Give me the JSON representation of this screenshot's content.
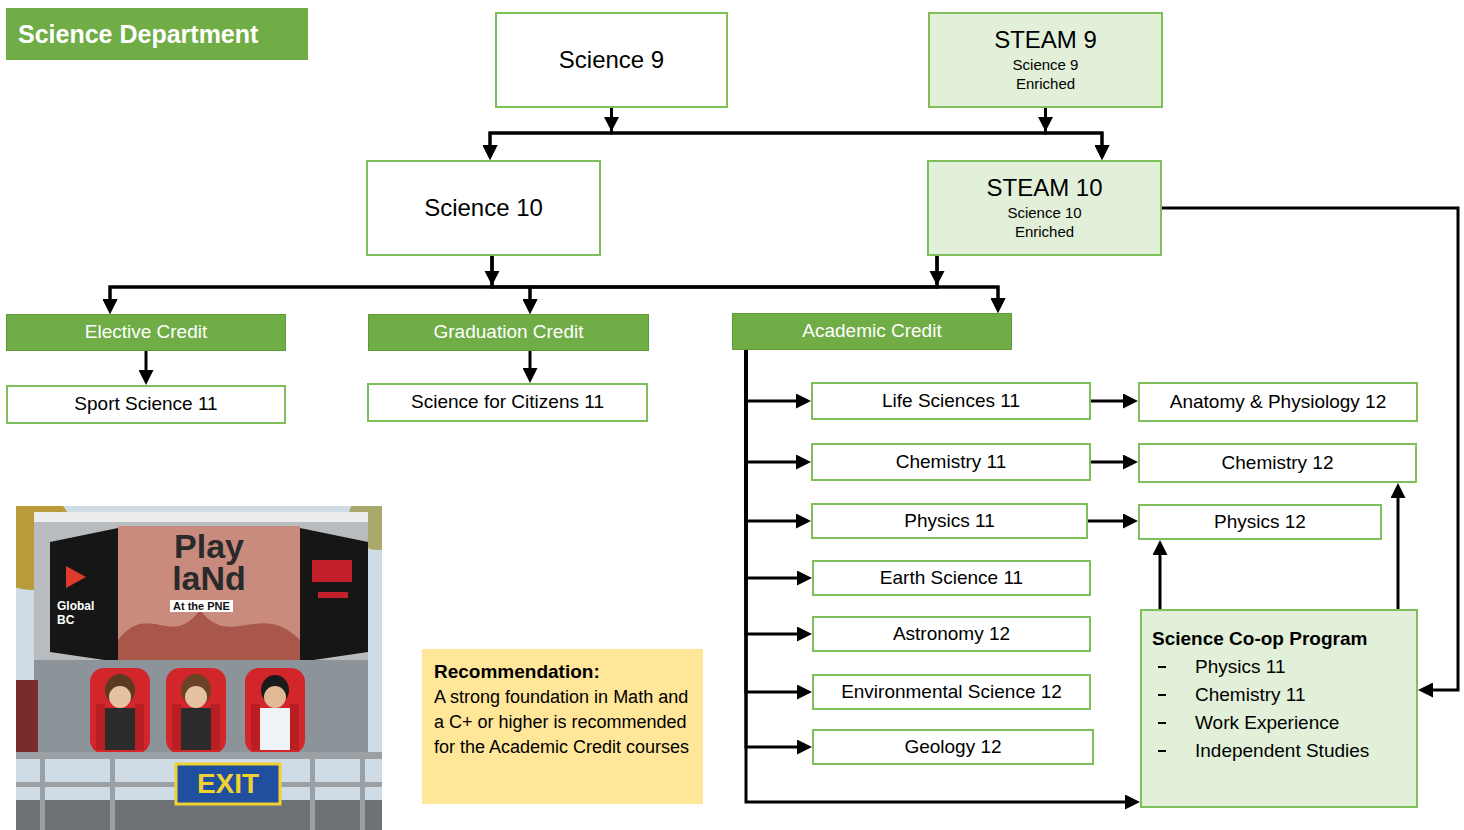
{
  "diagram": {
    "title": "Science Department",
    "nodes": [
      {
        "text": [
          "Science 9"
        ]
      },
      {
        "text": [
          "STEAM 9",
          "Science 9 Enriched"
        ]
      },
      {
        "text": [
          "Science 10"
        ]
      },
      {
        "text": [
          "STEAM 10",
          "Science 10 Enriched"
        ]
      },
      {
        "text": [
          "Elective Credit"
        ]
      },
      {
        "text": [
          "Graduation Credit"
        ]
      },
      {
        "text": [
          "Academic Credit"
        ]
      },
      {
        "text": [
          "Sport Science 11"
        ]
      },
      {
        "text": [
          "Science for Citizens 11"
        ]
      },
      {
        "text": [
          "Life Sciences 11"
        ]
      },
      {
        "text": [
          "Anatomy & Physiology 12"
        ]
      },
      {
        "text": [
          "Chemistry 11"
        ]
      },
      {
        "text": [
          "Chemistry 12"
        ]
      },
      {
        "text": [
          "Physics 11"
        ]
      },
      {
        "text": [
          "Physics 12"
        ]
      },
      {
        "text": [
          "Earth Science 11"
        ]
      },
      {
        "text": [
          "Astronomy 12"
        ]
      },
      {
        "text": [
          "Environmental Science 12"
        ]
      },
      {
        "text": [
          "Geology 12"
        ]
      },
      {
        "text": [
          "Science Co-op Program",
          "Physics 11",
          "Chemistry 11",
          "Work Experience",
          "Independent Studies"
        ]
      },
      {
        "text": [
          "Recommendation:",
          "A strong foundation in Math and a C+ or higher is recommended for the Academic Credit courses"
        ]
      }
    ],
    "edges": [
      {
        "from": 0,
        "to": 2,
        "arrow": "to"
      },
      {
        "from": 0,
        "to": 3,
        "arrow": "to"
      },
      {
        "from": 1,
        "to": 2,
        "arrow": "to"
      },
      {
        "from": 1,
        "to": 3,
        "arrow": "to"
      },
      {
        "from": 2,
        "to": 4,
        "arrow": "to"
      },
      {
        "from": 2,
        "to": 5,
        "arrow": "to"
      },
      {
        "from": 2,
        "to": 6,
        "arrow": "to"
      },
      {
        "from": 3,
        "to": 4,
        "arrow": "to"
      },
      {
        "from": 3,
        "to": 5,
        "arrow": "to"
      },
      {
        "from": 3,
        "to": 6,
        "arrow": "to"
      },
      {
        "from": 3,
        "to": 19,
        "arrow": "to"
      },
      {
        "from": 4,
        "to": 7,
        "arrow": "to"
      },
      {
        "from": 5,
        "to": 8,
        "arrow": "to"
      },
      {
        "from": 6,
        "to": 9,
        "arrow": "to"
      },
      {
        "from": 6,
        "to": 11,
        "arrow": "to"
      },
      {
        "from": 6,
        "to": 13,
        "arrow": "to"
      },
      {
        "from": 6,
        "to": 15,
        "arrow": "to"
      },
      {
        "from": 6,
        "to": 16,
        "arrow": "to"
      },
      {
        "from": 6,
        "to": 17,
        "arrow": "to"
      },
      {
        "from": 6,
        "to": 18,
        "arrow": "to"
      },
      {
        "from": 6,
        "to": 19,
        "arrow": "to"
      },
      {
        "from": 9,
        "to": 10,
        "arrow": "to"
      },
      {
        "from": 11,
        "to": 12,
        "arrow": "to"
      },
      {
        "from": 13,
        "to": 14,
        "arrow": "to"
      },
      {
        "from": 19,
        "to": 14,
        "arrow": "to"
      },
      {
        "from": 19,
        "to": 12,
        "arrow": "to"
      }
    ],
    "labels": [
      "Play laNd",
      "At the PNE",
      "Global BC",
      "EXIT"
    ]
  }
}
